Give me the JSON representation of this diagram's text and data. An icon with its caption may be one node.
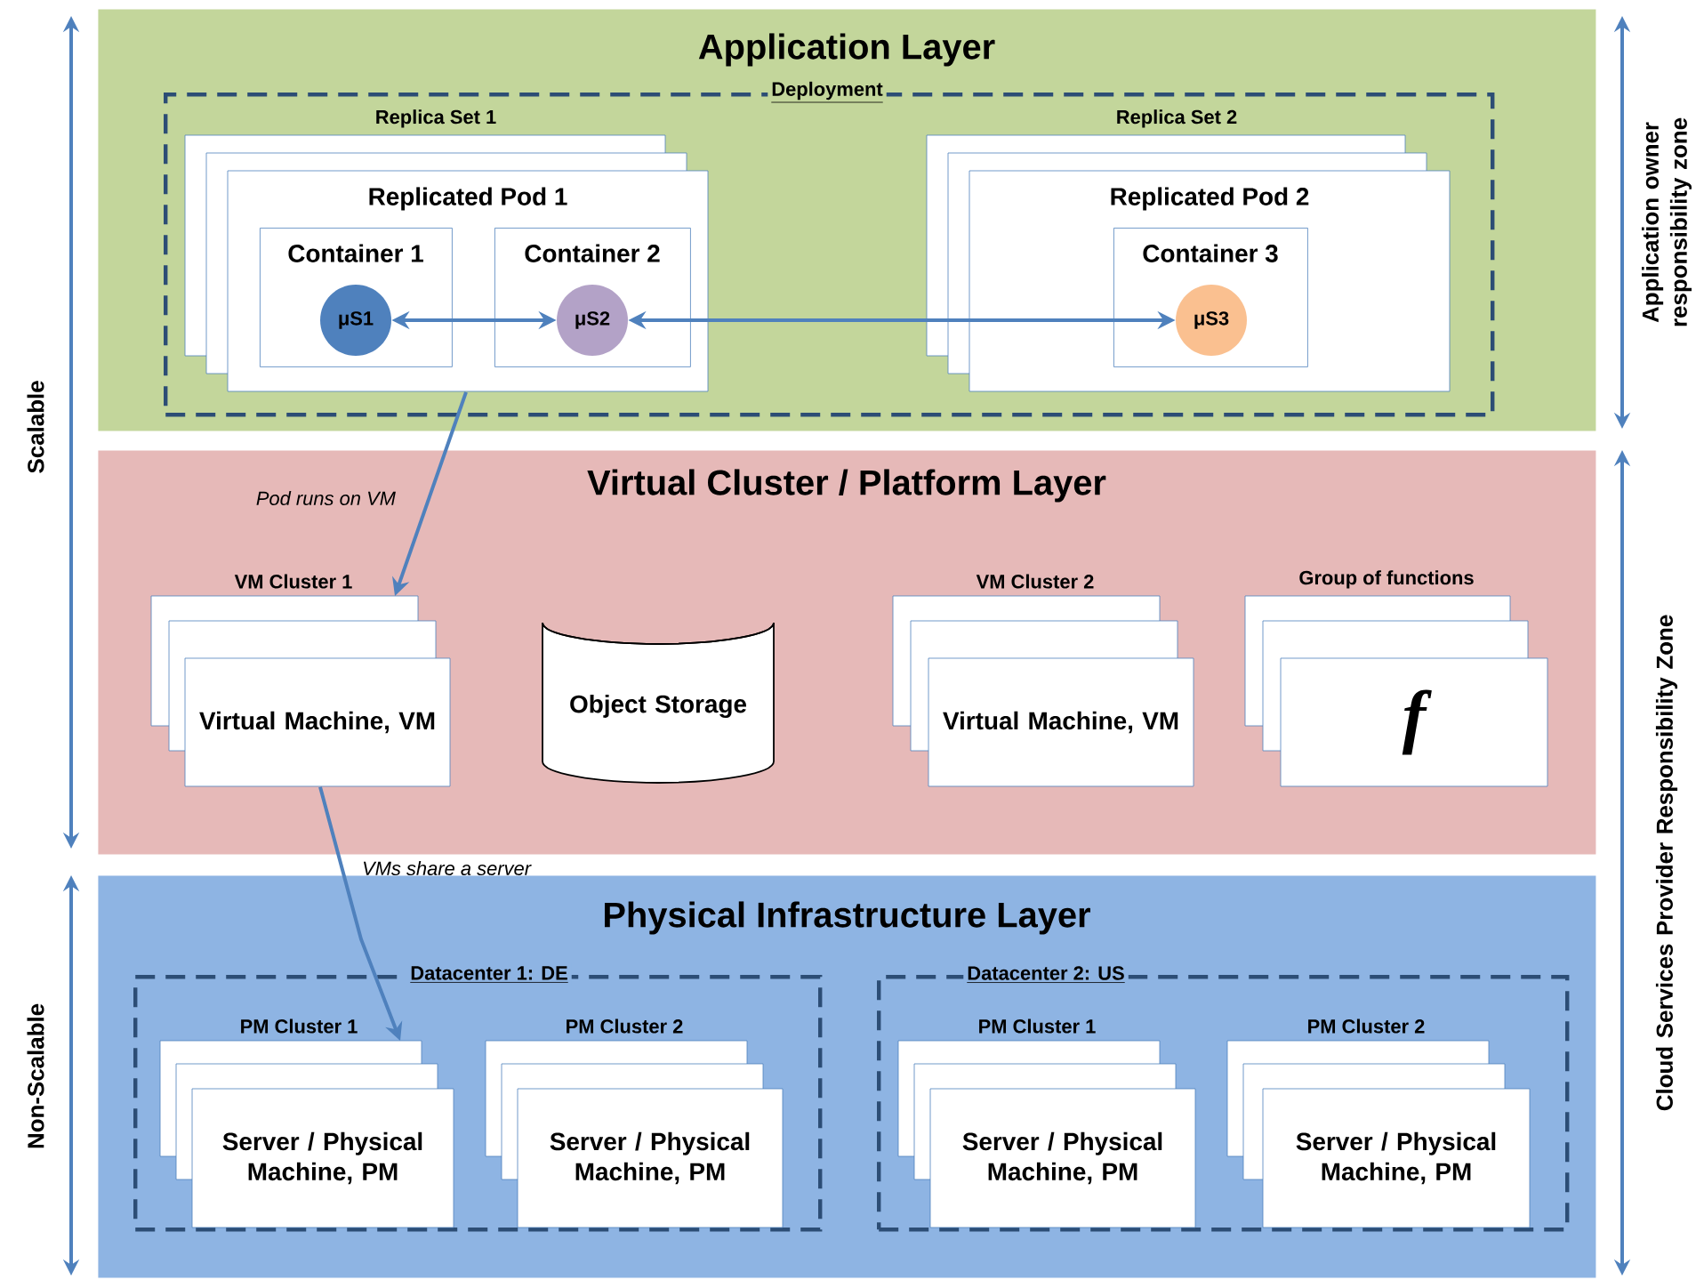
{
  "diagram": {
    "nodes": [
      {
        "text": [
          "Application Layer"
        ]
      },
      {
        "text": [
          "Deployment"
        ],
        "in": 0
      },
      {
        "text": [
          "Replica Set 1",
          "Replicated Pod 1"
        ],
        "in": 1
      },
      {
        "text": [
          "Container 1"
        ],
        "in": 2
      },
      {
        "text": [
          "μS1"
        ],
        "in": 3
      },
      {
        "text": [
          "Container 2"
        ],
        "in": 2
      },
      {
        "text": [
          "μS2"
        ],
        "in": 5
      },
      {
        "text": [
          "Replica Set 2",
          "Replicated Pod 2"
        ],
        "in": 1
      },
      {
        "text": [
          "Container 3"
        ],
        "in": 7
      },
      {
        "text": [
          "μS3"
        ],
        "in": 8
      },
      {
        "text": [
          "Virtual Cluster / Platform Layer"
        ]
      },
      {
        "text": [
          "VM Cluster 1",
          "Virtual Machine, VM"
        ],
        "in": 10
      },
      {
        "text": [
          "Object Storage"
        ],
        "in": 10
      },
      {
        "text": [
          "VM Cluster 2",
          "Virtual Machine, VM"
        ],
        "in": 10
      },
      {
        "text": [
          "Group of functions",
          "f"
        ],
        "in": 10
      },
      {
        "text": [
          "Physical Infrastructure Layer"
        ]
      },
      {
        "text": [
          "Datacenter 1: DE"
        ],
        "in": 15
      },
      {
        "text": [
          "PM Cluster 1",
          "Server / Physical Machine, PM"
        ],
        "in": 16
      },
      {
        "text": [
          "PM Cluster 2",
          "Server / Physical Machine, PM"
        ],
        "in": 16
      },
      {
        "text": [
          "Datacenter 2: US"
        ],
        "in": 15
      },
      {
        "text": [
          "PM Cluster 1",
          "Server / Physical Machine, PM"
        ],
        "in": 19
      },
      {
        "text": [
          "PM Cluster 2",
          "Server / Physical Machine, PM"
        ],
        "in": 19
      }
    ],
    "edges": [
      {
        "from": 4,
        "to": 6,
        "arrow": "both"
      },
      {
        "from": 6,
        "to": 9,
        "arrow": "both"
      },
      {
        "from": 2,
        "to": 11,
        "arrow": "to",
        "label": "Pod runs on VM"
      },
      {
        "from": 11,
        "to": 17,
        "arrow": "to",
        "label": "VMs share a server"
      }
    ],
    "labels": [
      "Scalable",
      "Non-Scalable",
      "Application owner responsibility zone",
      "Cloud Services Provider Responsibility Zone"
    ]
  }
}
